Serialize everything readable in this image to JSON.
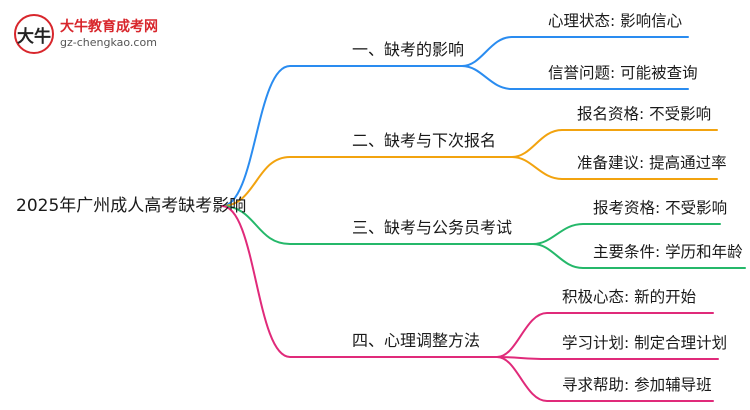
{
  "logo": {
    "glyph": "大牛",
    "name": "大牛教育成考网",
    "url": "gz-chengkao.com"
  },
  "root": "2025年广州成人高考缺考影响",
  "colors": [
    "#2a8cf0",
    "#f2a30f",
    "#25b86a",
    "#e02a7a"
  ],
  "branches": [
    {
      "label": "一、缺考的影响",
      "children": [
        "心理状态: 影响信心",
        "信誉问题: 可能被查询"
      ]
    },
    {
      "label": "二、缺考与下次报名",
      "children": [
        "报名资格: 不受影响",
        "准备建议: 提高通过率"
      ]
    },
    {
      "label": "三、缺考与公务员考试",
      "children": [
        "报考资格: 不受影响",
        "主要条件: 学历和年龄"
      ]
    },
    {
      "label": "四、心理调整方法",
      "children": [
        "积极心态: 新的开始",
        "学习计划: 制定合理计划",
        "寻求帮助: 参加辅导班"
      ]
    }
  ]
}
